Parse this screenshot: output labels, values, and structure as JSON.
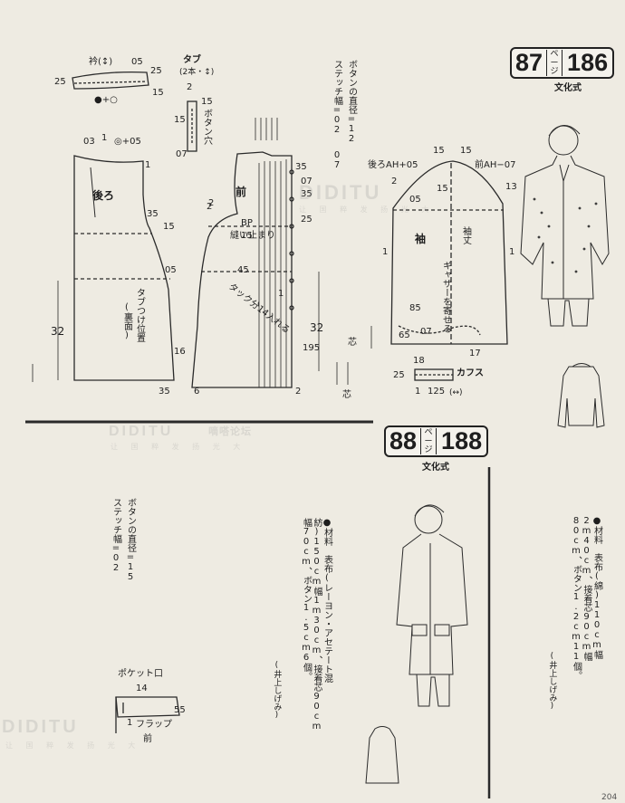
{
  "badges": {
    "top": {
      "num_a": "87",
      "unit": "ページ",
      "num_b": "186",
      "style": "文化式"
    },
    "bottom": {
      "num_a": "88",
      "unit": "ページ",
      "num_b": "188",
      "style": "文化式"
    }
  },
  "pattern87": {
    "collar_label": "衿(↕)",
    "collar_dims": [
      "05",
      "25",
      "25",
      "15"
    ],
    "collar_marks": "●+○",
    "tab_title": "タブ",
    "tab_sub": "(2本・↕)",
    "tab_dims": [
      "2",
      "15",
      "15",
      "07"
    ],
    "tab_hole": "ボタン穴",
    "button_note_1": "ボタンの直径=12",
    "button_note_2": "ステッチ幅=02",
    "button_note_3": "07",
    "back_label": "後ろ",
    "back_dims": [
      "03",
      "1",
      "◎+05",
      "1",
      "35",
      "15",
      "05",
      "16",
      "32",
      "35",
      "2"
    ],
    "tab_pos_label": "タブつけ位置",
    "tab_pos_sub": "(裏面)",
    "front_label": "前",
    "front_dims": [
      "35",
      "07",
      "35",
      "25",
      "BP",
      "15",
      "2",
      "6",
      "32",
      "195",
      "2",
      "1"
    ],
    "sew_stop": "縫い止まり",
    "sew_val": "45",
    "tuck_label": "タック分14入れる",
    "sleeve_back_ah": "後ろAH+05",
    "sleeve_front_ah": "前AH−07",
    "sleeve_dims": [
      "15",
      "15",
      "2",
      "15",
      "05",
      "13",
      "1",
      "1",
      "85",
      "65",
      "07",
      "18",
      "17"
    ],
    "sleeve_label": "袖",
    "sleeve_length": "袖丈",
    "gather_label": "ギャザーを寄せる",
    "core_label": "芯",
    "core_label2": "芯",
    "cuff_label": "カフス",
    "cuff_dims": [
      "25",
      "1",
      "125",
      "(↔)"
    ]
  },
  "pattern88": {
    "button_note_1": "ボタンの直径=15",
    "button_note_2": "ステッチ幅=02",
    "materials_left": "●材料　表布(レーヨン・アセテート混紡)150cm幅1m30cm、接着芯90cm幅70cm、ボタン1.5cm6個。",
    "materials_left_credit": "(井上しげみ)",
    "materials_right": "●材料　表布(綿)110cm幅2m40cm、接着芯90cm幅80cm、ボタン1.2cm11個。",
    "materials_right_credit": "(井上しげみ)",
    "pocket_label": "ポケット口",
    "pocket_dims": [
      "14",
      "55",
      "1"
    ],
    "flap_label": "フラップ",
    "front_label": "前"
  },
  "watermark": {
    "main": "DIDITU",
    "sub": "让 国 粹 发 扬 光 大",
    "brand": "嘀嗒论坛"
  },
  "page_number": "204"
}
